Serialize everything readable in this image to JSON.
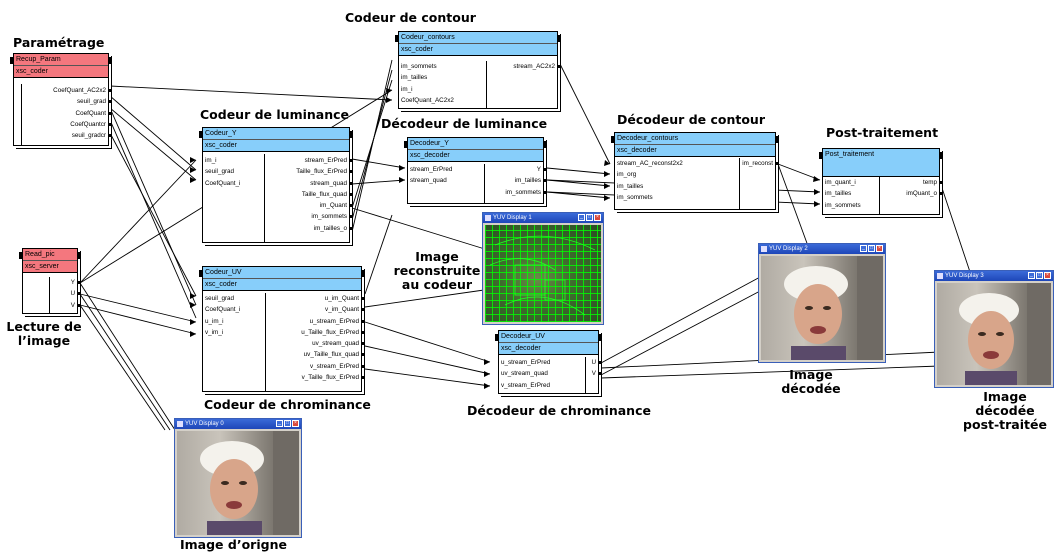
{
  "captions": {
    "parametrage": "Paramétrage",
    "codeur_contour": "Codeur de contour",
    "codeur_luminance": "Codeur de luminance",
    "decodeur_luminance": "Décodeur de luminance",
    "decodeur_contour": "Décodeur de contour",
    "post_traitement": "Post-traitement",
    "image_reconstruite_1": "Image",
    "image_reconstruite_2": "reconstruite",
    "image_reconstruite_3": "au codeur",
    "lecture_1": "Lecture de",
    "lecture_2": "l’image",
    "codeur_chrominance": "Codeur de chrominance",
    "decodeur_chrominance": "Décodeur de chrominance",
    "image_decodee_1": "Image",
    "image_decodee_2": "décodée",
    "image_post_1": "Image",
    "image_post_2": "décodée",
    "image_post_3": "post-traitée",
    "image_origine": "Image d’origne"
  },
  "blocks": {
    "recup_param": {
      "title": "Recup_Param",
      "cls": "xsc_coder",
      "inputs": [],
      "outputs": [
        "CoefQuant_AC2x2",
        "seuil_grad",
        "CoefQuant",
        "CoefQuantcr",
        "seuil_gradcr"
      ]
    },
    "codeur_contours": {
      "title": "Codeur_contours",
      "cls": "xsc_coder",
      "inputs": [
        "im_sommets",
        "im_tailles",
        "im_i",
        "CoefQuant_AC2x2"
      ],
      "outputs": [
        "stream_AC2x2"
      ]
    },
    "codeur_y": {
      "title": "Codeur_Y",
      "cls": "xsc_coder",
      "inputs": [
        "im_i",
        "seuil_grad",
        "CoefQuant_i"
      ],
      "outputs": [
        "stream_ErPred",
        "Taille_flux_ErPred",
        "stream_quad",
        "Taille_flux_quad",
        "im_Quant",
        "im_sommets",
        "im_tailles_o"
      ]
    },
    "decodeur_y": {
      "title": "Decodeur_Y",
      "cls": "xsc_decoder",
      "inputs": [
        "stream_ErPred",
        "stream_quad"
      ],
      "outputs": [
        "Y",
        "im_tailles",
        "im_sommets"
      ]
    },
    "decodeur_contours": {
      "title": "Decodeur_contours",
      "cls": "xsc_decoder",
      "inputs": [
        "stream_AC_reconst2x2",
        "im_org",
        "im_tailles",
        "im_sommets"
      ],
      "outputs": [
        "im_reconst"
      ]
    },
    "post_traitement": {
      "title": "Post_traitement",
      "cls": "",
      "inputs": [
        "im_quant_i",
        "im_tailles",
        "im_sommets"
      ],
      "outputs": [
        "temp",
        "imQuant_o"
      ]
    },
    "read_pic": {
      "title": "Read_pic",
      "cls": "xsc_server",
      "inputs": [],
      "outputs": [
        "Y",
        "U",
        "V"
      ]
    },
    "codeur_uv": {
      "title": "Codeur_UV",
      "cls": "xsc_coder",
      "inputs": [
        "seuil_grad",
        "CoefQuant_i",
        "u_im_i",
        "v_im_i"
      ],
      "outputs": [
        "u_im_Quant",
        "v_im_Quant",
        "u_stream_ErPred",
        "u_Taille_flux_ErPred",
        "uv_stream_quad",
        "uv_Taille_flux_quad",
        "v_stream_ErPred",
        "v_Taille_flux_ErPred"
      ]
    },
    "decodeur_uv": {
      "title": "Decodeur_UV",
      "cls": "xsc_decoder",
      "inputs": [
        "u_stream_ErPred",
        "uv_stream_quad",
        "v_stream_ErPred"
      ],
      "outputs": [
        "U",
        "V"
      ]
    }
  },
  "windows": {
    "display0": {
      "title": "YUV Display 0"
    },
    "display1": {
      "title": "YUV Display 1"
    },
    "display2": {
      "title": "YUV Display 2"
    },
    "display3": {
      "title": "YUV Display 3"
    }
  },
  "icons": {
    "minimize": "minimize-icon",
    "maximize": "maximize-icon",
    "close": "close-icon"
  }
}
